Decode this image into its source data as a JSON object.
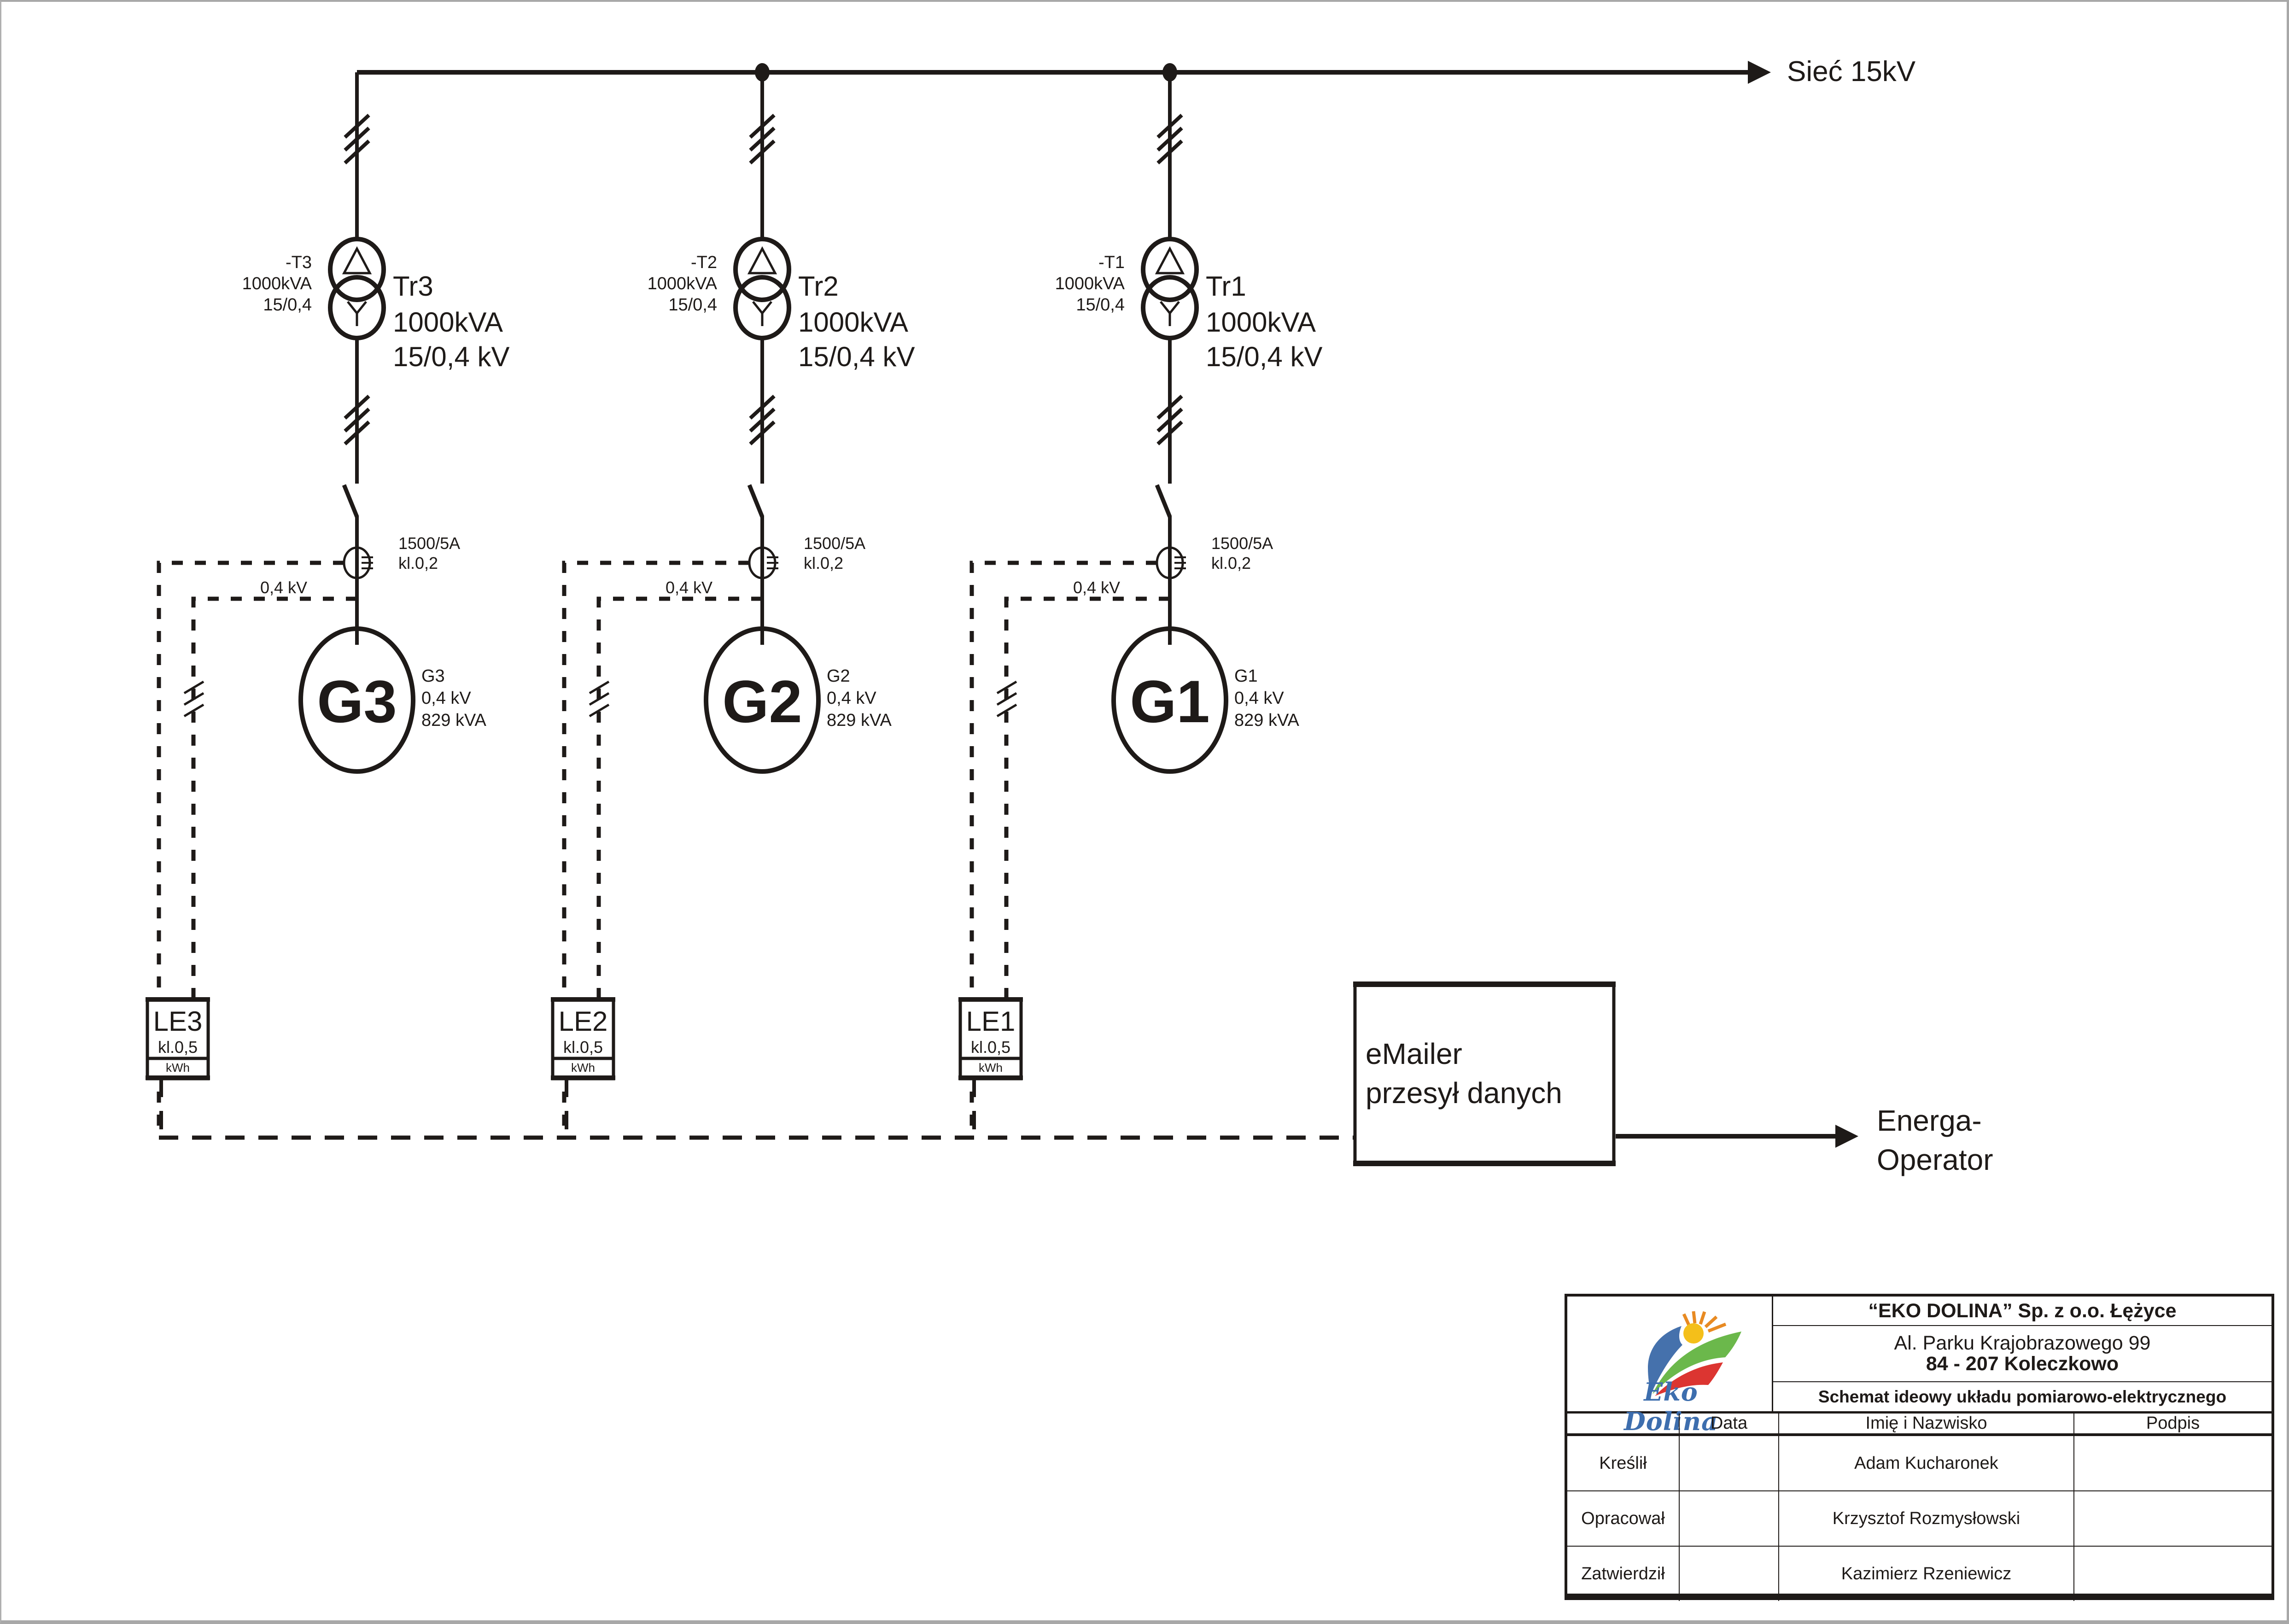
{
  "bus": {
    "label": "Sieć 15kV"
  },
  "branches": [
    {
      "id": "branch-3",
      "transformer_code": "-T3",
      "transformer_small_rating": "1000kVA",
      "transformer_small_ratio": "15/0,4",
      "transformer_name": "Tr3",
      "transformer_rating": "1000kVA",
      "transformer_ratio": "15/0,4 kV",
      "ct_ratio": "1500/5A",
      "ct_class": "kl.0,2",
      "tap_voltage": "0,4 kV",
      "generator_symbol": "G3",
      "generator_name": "G3",
      "generator_voltage": "0,4 kV",
      "generator_power": "829 kVA",
      "meter_name": "LE3",
      "meter_class": "kl.0,5",
      "meter_unit": "kWh"
    },
    {
      "id": "branch-2",
      "transformer_code": "-T2",
      "transformer_small_rating": "1000kVA",
      "transformer_small_ratio": "15/0,4",
      "transformer_name": "Tr2",
      "transformer_rating": "1000kVA",
      "transformer_ratio": "15/0,4 kV",
      "ct_ratio": "1500/5A",
      "ct_class": "kl.0,2",
      "tap_voltage": "0,4 kV",
      "generator_symbol": "G2",
      "generator_name": "G2",
      "generator_voltage": "0,4 kV",
      "generator_power": "829 kVA",
      "meter_name": "LE2",
      "meter_class": "kl.0,5",
      "meter_unit": "kWh"
    },
    {
      "id": "branch-1",
      "transformer_code": "-T1",
      "transformer_small_rating": "1000kVA",
      "transformer_small_ratio": "15/0,4",
      "transformer_name": "Tr1",
      "transformer_rating": "1000kVA",
      "transformer_ratio": "15/0,4 kV",
      "ct_ratio": "1500/5A",
      "ct_class": "kl.0,2",
      "tap_voltage": "0,4 kV",
      "generator_symbol": "G1",
      "generator_name": "G1",
      "generator_voltage": "0,4 kV",
      "generator_power": "829 kVA",
      "meter_name": "LE1",
      "meter_class": "kl.0,5",
      "meter_unit": "kWh"
    }
  ],
  "emailer": {
    "line1": "eMailer",
    "line2": "przesył danych"
  },
  "operator": {
    "line1": "Energa-",
    "line2": "Operator"
  },
  "title_block": {
    "logo_text": "Eko Dolina",
    "logo_colors": {
      "blue": "#4571ac",
      "green": "#6bb84b",
      "red": "#dc3531",
      "sun": "#f4bf1a",
      "rays": "#e88a22"
    },
    "company": "“EKO DOLINA” Sp. z o.o. Łężyce",
    "address_line1": "Al. Parku Krajobrazowego 99",
    "address_line2": "84 - 207 Koleczkowo",
    "drawing_title": "Schemat ideowy układu pomiarowo-elektrycznego",
    "columns": [
      "",
      "Data",
      "Imię i Nazwisko",
      "Podpis"
    ],
    "rows": [
      {
        "role": "Kreślił",
        "date": "",
        "name": "Adam Kucharonek",
        "signature": ""
      },
      {
        "role": "Opracował",
        "date": "",
        "name": "Krzysztof Rozmysłowski",
        "signature": ""
      },
      {
        "role": "Zatwierdził",
        "date": "",
        "name": "Kazimierz Rzeniewicz",
        "signature": ""
      }
    ]
  }
}
